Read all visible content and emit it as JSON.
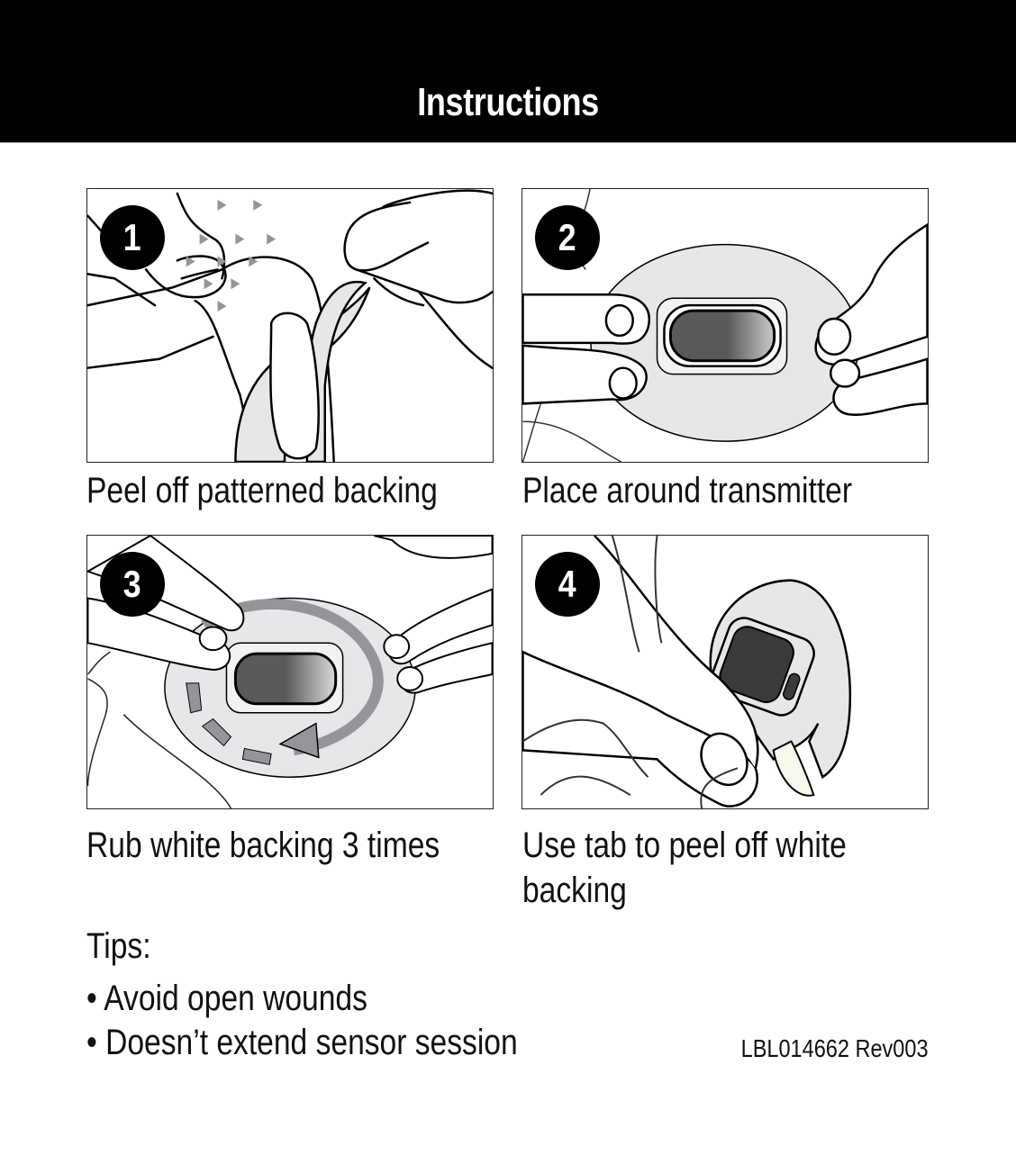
{
  "header": {
    "title": "Instructions",
    "background": "#000000",
    "text_color": "#ffffff"
  },
  "steps": [
    {
      "number": "1",
      "caption": "Peel off patterned backing"
    },
    {
      "number": "2",
      "caption": "Place around transmitter"
    },
    {
      "number": "3",
      "caption": "Rub white backing 3 times"
    },
    {
      "number": "4",
      "caption": "Use tab to peel off white backing"
    }
  ],
  "tips": {
    "title": "Tips:",
    "items": [
      "• Avoid open wounds",
      "• Doesn’t extend sensor session"
    ]
  },
  "label_code": "LBL014662 Rev003",
  "colors": {
    "patch_gray": "#e6e7e8",
    "arrow_gray": "#939598",
    "transmitter_dark": "#58595b"
  }
}
